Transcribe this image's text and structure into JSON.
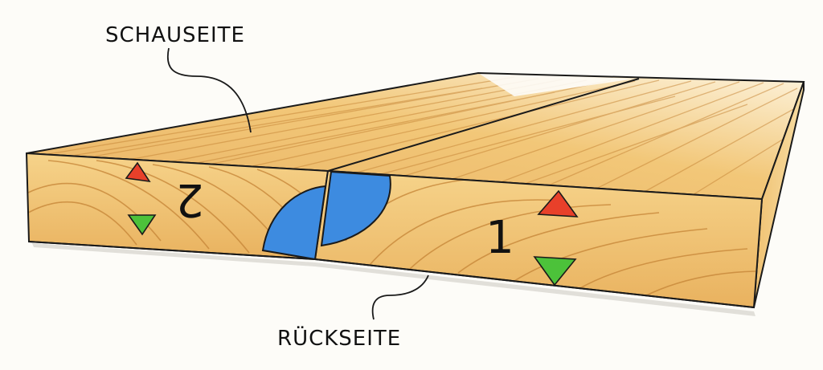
{
  "labels": {
    "top": "SCHAUSEITE",
    "bottom": "RÜCKSEITE"
  },
  "boards": [
    {
      "number": "2",
      "mirrored": true
    },
    {
      "number": "1",
      "mirrored": false
    }
  ],
  "colors": {
    "wood_light": "#f4cd7e",
    "wood_mid": "#e7ad55",
    "wood_dark": "#c98637",
    "grain": "#c7873a",
    "spline": "#3d8be0",
    "arrow_up": "#e8402a",
    "arrow_down": "#4cc23a",
    "outline": "#1a1a1a"
  }
}
